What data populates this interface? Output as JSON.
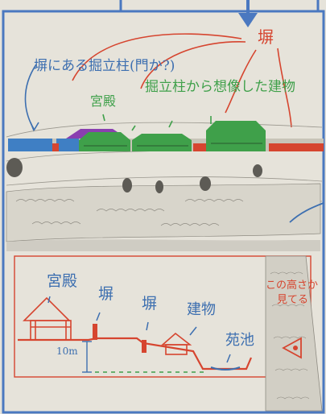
{
  "top": {
    "wall_label": "塀",
    "pillar_note": "塀にある掘立柱(門か?)",
    "palace": "宮殿",
    "buildings_note": "掘立柱から想像した建物"
  },
  "bottom": {
    "palace": "宮殿",
    "wall_1": "塀",
    "wall_2": "塀",
    "building": "建物",
    "garden_pond": "苑池",
    "height": "10m",
    "side_note_line1": "この高さか",
    "side_note_line2": "見てる"
  },
  "colors": {
    "blue_ink": "#3d6fb0",
    "green_ink": "#3fa04a",
    "red_ink": "#d6452f",
    "purple": "#8a3fb0"
  }
}
